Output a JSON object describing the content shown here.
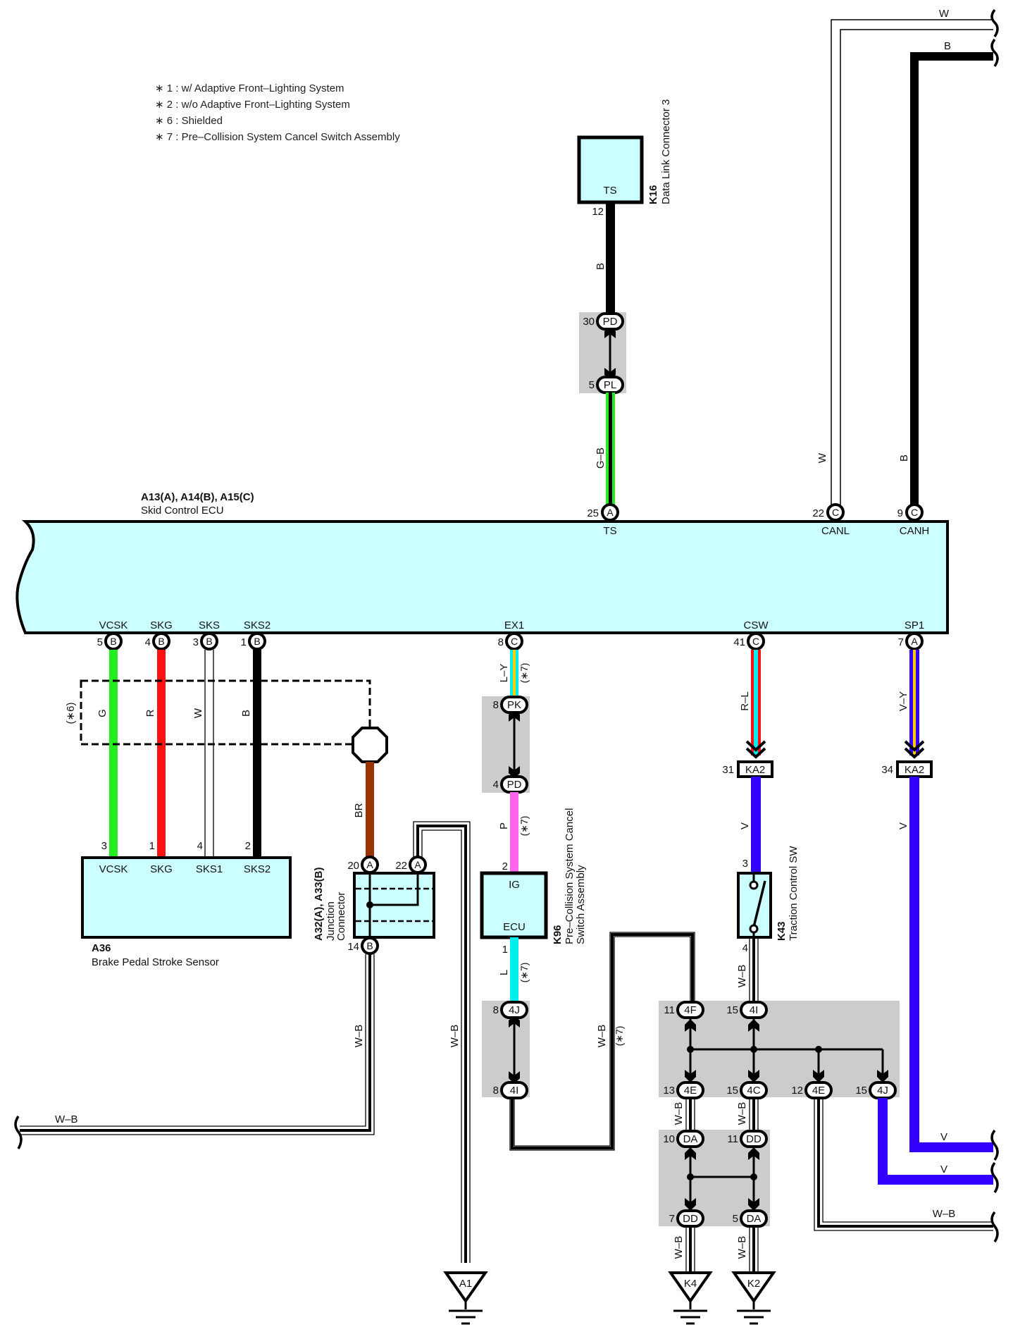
{
  "notes": [
    "∗ 1 : w/ Adaptive Front–Lighting System",
    "∗ 2 : w/o Adaptive Front–Lighting System",
    "∗ 6 : Shielded",
    "∗ 7 : Pre–Collision System Cancel Switch Assembly"
  ],
  "colors": {
    "component_fill": "#ccffff",
    "splice_box": "#cccccc",
    "wire_G": "#22ee22",
    "wire_R": "#ff1111",
    "wire_B": "#000000",
    "wire_W": "#ffffff",
    "wire_BR": "#993300",
    "wire_L": "#00eeee",
    "wire_P": "#ff66ee",
    "wire_V": "#3300ff",
    "wire_Y": "#ffcc00"
  },
  "ecu": {
    "code": "A13(A), A14(B), A15(C)",
    "name": "Skid Control ECU",
    "top_pins": [
      {
        "num": "25",
        "conn": "A",
        "label": "TS"
      },
      {
        "num": "22",
        "conn": "C",
        "label": "CANL"
      },
      {
        "num": "9",
        "conn": "C",
        "label": "CANH"
      }
    ],
    "bottom_pins": [
      {
        "num": "5",
        "conn": "B",
        "label": "VCSK"
      },
      {
        "num": "4",
        "conn": "B",
        "label": "SKG"
      },
      {
        "num": "3",
        "conn": "B",
        "label": "SKS"
      },
      {
        "num": "1",
        "conn": "B",
        "label": "SKS2"
      },
      {
        "num": "8",
        "conn": "C",
        "label": "EX1"
      },
      {
        "num": "41",
        "conn": "C",
        "label": "CSW"
      },
      {
        "num": "7",
        "conn": "A",
        "label": "SP1"
      }
    ]
  },
  "k16": {
    "code": "K16",
    "name": "Data Link Connector 3",
    "pin_label": "TS",
    "pin_num": "12",
    "wire": "B"
  },
  "pd_pl": {
    "top": {
      "num": "30",
      "conn": "PD"
    },
    "bottom": {
      "num": "5",
      "conn": "PL"
    },
    "wire": "G–B"
  },
  "can": {
    "canl_wire": "W",
    "canh_wire": "B",
    "top_w": "W",
    "top_b": "B"
  },
  "a36": {
    "code": "A36",
    "name": "Brake Pedal Stroke Sensor",
    "pins": [
      {
        "num": "3",
        "label": "VCSK",
        "wire": "G"
      },
      {
        "num": "1",
        "label": "SKG",
        "wire": "R"
      },
      {
        "num": "4",
        "label": "SKS1",
        "wire": "W"
      },
      {
        "num": "2",
        "label": "SKS2",
        "wire": "B"
      }
    ],
    "shield_note": "(∗6)"
  },
  "junction": {
    "code": "A32(A), A33(B)",
    "name1": "Junction",
    "name2": "Connector",
    "pin20": {
      "num": "20",
      "conn": "A"
    },
    "pin22": {
      "num": "22",
      "conn": "A"
    },
    "pin14": {
      "num": "14",
      "conn": "B"
    },
    "shield_wire": "BR",
    "out_wire": "W–B",
    "left_wire": "W–B",
    "ground_wire": "W–B"
  },
  "ex1": {
    "wire1": "L–Y",
    "note": "(∗7)",
    "pk": {
      "num": "8",
      "conn": "PK"
    },
    "pd": {
      "num": "4",
      "conn": "PD"
    },
    "wire2": "P"
  },
  "k96": {
    "code": "K96",
    "name1": "Pre–Collision System Cancel",
    "name2": "Switch Assembly",
    "top_label": "IG",
    "bottom_label": "ECU",
    "pin_top": "2",
    "pin_bottom": "1",
    "wire_out": "L",
    "j4j": {
      "num": "8",
      "conn": "4J"
    },
    "j4i": {
      "num": "8",
      "conn": "4I"
    },
    "return_wire": "W–B"
  },
  "csw": {
    "wire1": "R–L",
    "ka2": {
      "num": "31",
      "conn": "KA2"
    },
    "wire2": "V"
  },
  "k43": {
    "code": "K43",
    "name": "Traction Control SW",
    "pin_top": "3",
    "pin_bottom": "4",
    "wire_out": "W–B"
  },
  "sp1": {
    "wire1": "V–Y",
    "ka2": {
      "num": "34",
      "conn": "KA2"
    },
    "wire2": "V"
  },
  "splice1": {
    "top": [
      {
        "num": "11",
        "conn": "4F"
      },
      {
        "num": "15",
        "conn": "4I"
      }
    ],
    "bottom": [
      {
        "num": "13",
        "conn": "4E"
      },
      {
        "num": "15",
        "conn": "4C"
      },
      {
        "num": "12",
        "conn": "4E"
      },
      {
        "num": "15",
        "conn": "4J"
      }
    ]
  },
  "splice2": {
    "top": [
      {
        "num": "10",
        "conn": "DA"
      },
      {
        "num": "11",
        "conn": "DD"
      }
    ],
    "bottom": [
      {
        "num": "7",
        "conn": "DD"
      },
      {
        "num": "5",
        "conn": "DA"
      }
    ],
    "wire_left": "W–B",
    "wire_right": "W–B",
    "gnd_wire_left": "W–B",
    "gnd_wire_right": "W–B"
  },
  "right_exits": {
    "v1": "V",
    "v2": "V",
    "wb": "W–B"
  },
  "grounds": [
    "A1",
    "K4",
    "K2"
  ]
}
